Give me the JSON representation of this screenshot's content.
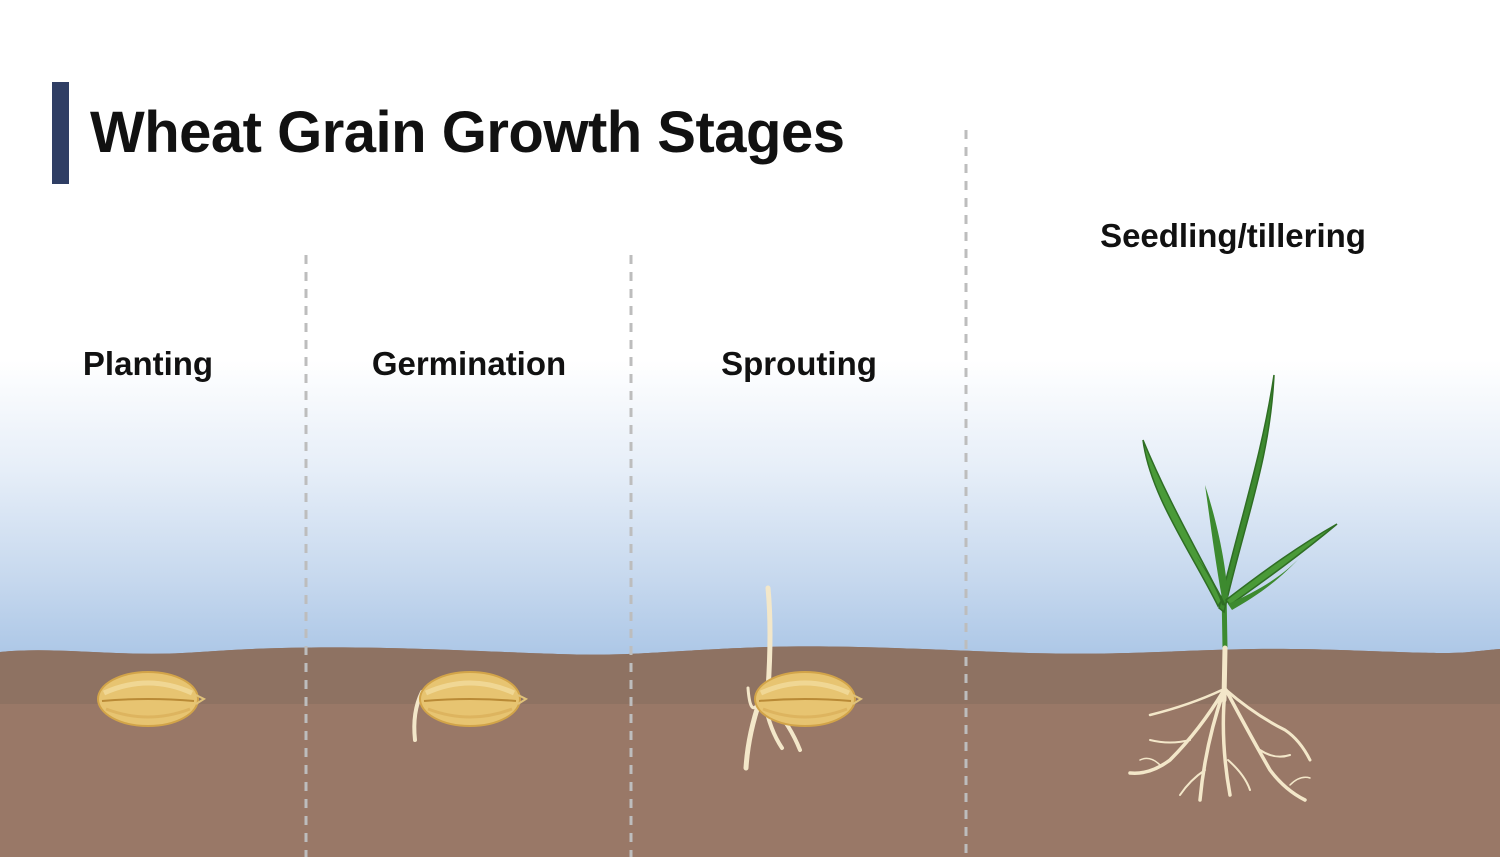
{
  "title": "Wheat Grain Growth Stages",
  "colors": {
    "title_bar": "#2f3e64",
    "soil_top": "#8e7262",
    "soil": "#997867",
    "grain": "#e7c471",
    "grain_dark": "#cfa24a",
    "root": "#f3e7c9",
    "leaf": "#3d8a2f",
    "divider": "#bdbdbd"
  },
  "stages": [
    {
      "label": "Planting",
      "icon": "wheat-grain-icon"
    },
    {
      "label": "Germination",
      "icon": "germinating-grain-icon"
    },
    {
      "label": "Sprouting",
      "icon": "sprouting-grain-icon"
    },
    {
      "label": "Seedling/tillering",
      "icon": "wheat-seedling-icon"
    }
  ]
}
